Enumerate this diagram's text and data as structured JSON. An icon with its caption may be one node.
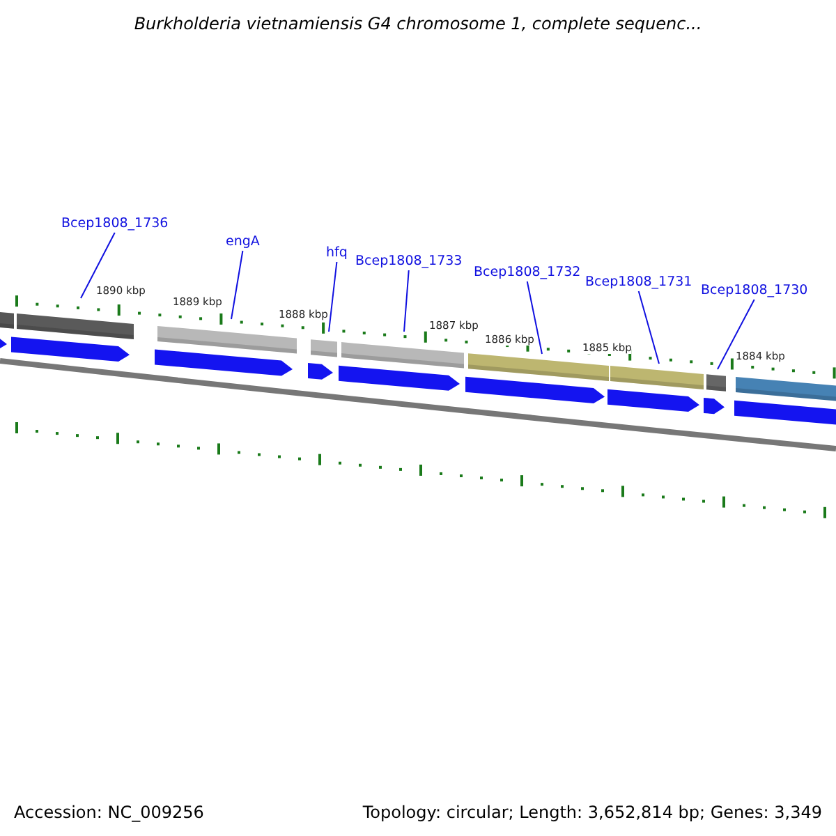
{
  "diagram": {
    "title": "Burkholderia vietnamiensis G4 chromosome 1, complete sequenc...",
    "nodes": [
      {
        "text": [
          "Bcep1808_1736"
        ]
      },
      {
        "text": [
          "engA"
        ]
      },
      {
        "text": [
          "hfq"
        ]
      },
      {
        "text": [
          "Bcep1808_1733"
        ]
      },
      {
        "text": [
          "Bcep1808_1732"
        ]
      },
      {
        "text": [
          "Bcep1808_1731"
        ]
      },
      {
        "text": [
          "Bcep1808_1730"
        ]
      }
    ],
    "edges": [
      {
        "from": 0,
        "to": null,
        "arrow": "none"
      },
      {
        "from": 1,
        "to": null,
        "arrow": "none"
      },
      {
        "from": 2,
        "to": null,
        "arrow": "none"
      },
      {
        "from": 3,
        "to": null,
        "arrow": "none"
      },
      {
        "from": 4,
        "to": null,
        "arrow": "none"
      },
      {
        "from": 5,
        "to": null,
        "arrow": "none"
      },
      {
        "from": 6,
        "to": null,
        "arrow": "none"
      }
    ],
    "labels": [
      "1890 kbp",
      "1889 kbp",
      "1888 kbp",
      "1887 kbp",
      "1886 kbp",
      "1885 kbp",
      "1884 kbp",
      "Accession: NC_009256",
      "Topology: circular; Length: 3,652,814 bp; Genes: 3,349"
    ]
  }
}
